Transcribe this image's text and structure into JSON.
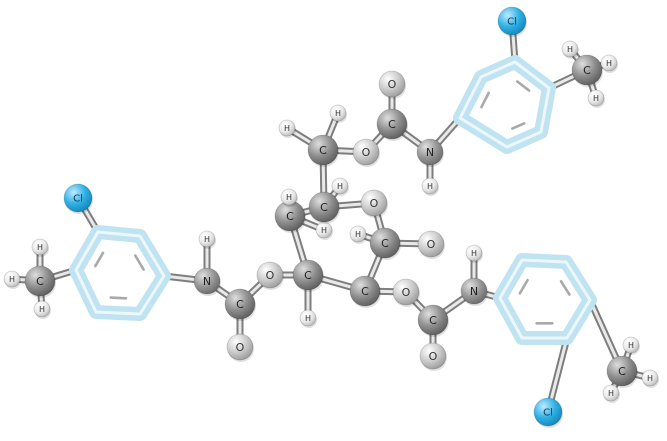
{
  "molecule": {
    "atoms": [
      {
        "id": "cl1",
        "el": "Cl",
        "label": "Cl"
      },
      {
        "id": "r1a",
        "el": "ring"
      },
      {
        "id": "r1b",
        "el": "ring"
      },
      {
        "id": "r1c",
        "el": "ring"
      },
      {
        "id": "r1d",
        "el": "ring"
      },
      {
        "id": "r1e",
        "el": "ring"
      },
      {
        "id": "r1f",
        "el": "ring"
      },
      {
        "id": "cm1",
        "el": "C",
        "label": "C"
      },
      {
        "id": "h1a",
        "el": "H",
        "label": "H"
      },
      {
        "id": "h1b",
        "el": "H",
        "label": "H"
      },
      {
        "id": "h1c",
        "el": "H",
        "label": "H"
      },
      {
        "id": "n1",
        "el": "N",
        "label": "N"
      },
      {
        "id": "hn1",
        "el": "H",
        "label": "H"
      },
      {
        "id": "ca1",
        "el": "C",
        "label": "C"
      },
      {
        "id": "oa1",
        "el": "O",
        "label": "O"
      },
      {
        "id": "oe1",
        "el": "O",
        "label": "O"
      },
      {
        "id": "c2",
        "el": "C",
        "label": "C"
      },
      {
        "id": "h2",
        "el": "H",
        "label": "H"
      },
      {
        "id": "c3",
        "el": "C",
        "label": "C"
      },
      {
        "id": "h3a",
        "el": "H",
        "label": "H"
      },
      {
        "id": "h3b",
        "el": "H",
        "label": "H"
      },
      {
        "id": "c4",
        "el": "C",
        "label": "C"
      },
      {
        "id": "h4",
        "el": "H",
        "label": "H"
      },
      {
        "id": "or",
        "el": "O",
        "label": "O"
      },
      {
        "id": "c5",
        "el": "C",
        "label": "C"
      },
      {
        "id": "h5",
        "el": "H",
        "label": "H"
      },
      {
        "id": "o5",
        "el": "O",
        "label": "O"
      },
      {
        "id": "c6",
        "el": "C",
        "label": "C"
      },
      {
        "id": "oe3",
        "el": "O",
        "label": "O"
      },
      {
        "id": "ca3",
        "el": "C",
        "label": "C"
      },
      {
        "id": "oa3",
        "el": "O",
        "label": "O"
      },
      {
        "id": "n3",
        "el": "N",
        "label": "N"
      },
      {
        "id": "hn3",
        "el": "H",
        "label": "H"
      },
      {
        "id": "r3a",
        "el": "ring"
      },
      {
        "id": "r3b",
        "el": "ring"
      },
      {
        "id": "r3c",
        "el": "ring"
      },
      {
        "id": "r3d",
        "el": "ring"
      },
      {
        "id": "r3e",
        "el": "ring"
      },
      {
        "id": "r3f",
        "el": "ring"
      },
      {
        "id": "cm3",
        "el": "C",
        "label": "C"
      },
      {
        "id": "h3m1",
        "el": "H",
        "label": "H"
      },
      {
        "id": "h3m2",
        "el": "H",
        "label": "H"
      },
      {
        "id": "h3m3",
        "el": "H",
        "label": "H"
      },
      {
        "id": "cl3",
        "el": "Cl",
        "label": "Cl"
      },
      {
        "id": "c7",
        "el": "C",
        "label": "C"
      },
      {
        "id": "h7a",
        "el": "H",
        "label": "H"
      },
      {
        "id": "h7b",
        "el": "H",
        "label": "H"
      },
      {
        "id": "oe2",
        "el": "O",
        "label": "O"
      },
      {
        "id": "ca2",
        "el": "C",
        "label": "C"
      },
      {
        "id": "oa2",
        "el": "O",
        "label": "O"
      },
      {
        "id": "n2",
        "el": "N",
        "label": "N"
      },
      {
        "id": "hn2",
        "el": "H",
        "label": "H"
      },
      {
        "id": "r2a",
        "el": "ring"
      },
      {
        "id": "r2b",
        "el": "ring"
      },
      {
        "id": "r2c",
        "el": "ring"
      },
      {
        "id": "r2d",
        "el": "ring"
      },
      {
        "id": "r2e",
        "el": "ring"
      },
      {
        "id": "r2f",
        "el": "ring"
      },
      {
        "id": "cl2",
        "el": "Cl",
        "label": "Cl"
      },
      {
        "id": "cm2",
        "el": "C",
        "label": "C"
      },
      {
        "id": "h2m1",
        "el": "H",
        "label": "H"
      },
      {
        "id": "h2m2",
        "el": "H",
        "label": "H"
      },
      {
        "id": "h2m3",
        "el": "H",
        "label": "H"
      }
    ],
    "bonds": [
      [
        "cl1",
        "r1a"
      ],
      [
        "cm1",
        "r1b"
      ],
      [
        "h1a",
        "cm1"
      ],
      [
        "h1b",
        "cm1"
      ],
      [
        "h1c",
        "cm1"
      ],
      [
        "r1e",
        "n1"
      ],
      [
        "n1",
        "hn1"
      ],
      [
        "n1",
        "ca1"
      ],
      [
        "ca1",
        "oa1"
      ],
      [
        "ca1",
        "oe1"
      ],
      [
        "oe1",
        "c2"
      ],
      [
        "c2",
        "h2"
      ],
      [
        "c2",
        "c3"
      ],
      [
        "c3",
        "h3a"
      ],
      [
        "c3",
        "h3b"
      ],
      [
        "c3",
        "c4"
      ],
      [
        "c4",
        "h4"
      ],
      [
        "c4",
        "or"
      ],
      [
        "or",
        "c5"
      ],
      [
        "c5",
        "h5"
      ],
      [
        "c5",
        "o5"
      ],
      [
        "c5",
        "c6"
      ],
      [
        "c6",
        "c2"
      ],
      [
        "c6",
        "oe3"
      ],
      [
        "oe3",
        "ca3"
      ],
      [
        "ca3",
        "oa3"
      ],
      [
        "ca3",
        "n3"
      ],
      [
        "n3",
        "hn3"
      ],
      [
        "n3",
        "r3a"
      ],
      [
        "r3e",
        "cl3"
      ],
      [
        "r3d",
        "cm3"
      ],
      [
        "cm3",
        "h3m1"
      ],
      [
        "cm3",
        "h3m2"
      ],
      [
        "cm3",
        "h3m3"
      ],
      [
        "c4",
        "c7"
      ],
      [
        "c7",
        "h7a"
      ],
      [
        "c7",
        "h7b"
      ],
      [
        "c7",
        "oe2"
      ],
      [
        "oe2",
        "ca2"
      ],
      [
        "ca2",
        "oa2"
      ],
      [
        "ca2",
        "n2"
      ],
      [
        "n2",
        "hn2"
      ],
      [
        "n2",
        "r2a"
      ],
      [
        "r2c",
        "cl2"
      ],
      [
        "r2d",
        "cm2"
      ],
      [
        "cm2",
        "h2m1"
      ],
      [
        "cm2",
        "h2m2"
      ],
      [
        "cm2",
        "h2m3"
      ]
    ],
    "rings": [
      [
        "r1a",
        "r1b",
        "r1c",
        "r1d",
        "r1e",
        "r1f"
      ],
      [
        "r2a",
        "r2b",
        "r2c",
        "r2d",
        "r2e",
        "r2f"
      ],
      [
        "r3a",
        "r3b",
        "r3c",
        "r3d",
        "r3e",
        "r3f"
      ]
    ],
    "colors": {
      "ring": "#bfe3f1",
      "chlorine": "#27a9e1",
      "carbon": "#7d7d7d",
      "oxygen": "#c2c2c2",
      "nitrogen": "#8f8f8f",
      "hydrogen": "#e6e6e6",
      "bond": "#9a9a9a",
      "label": "#2f2f2f"
    }
  }
}
